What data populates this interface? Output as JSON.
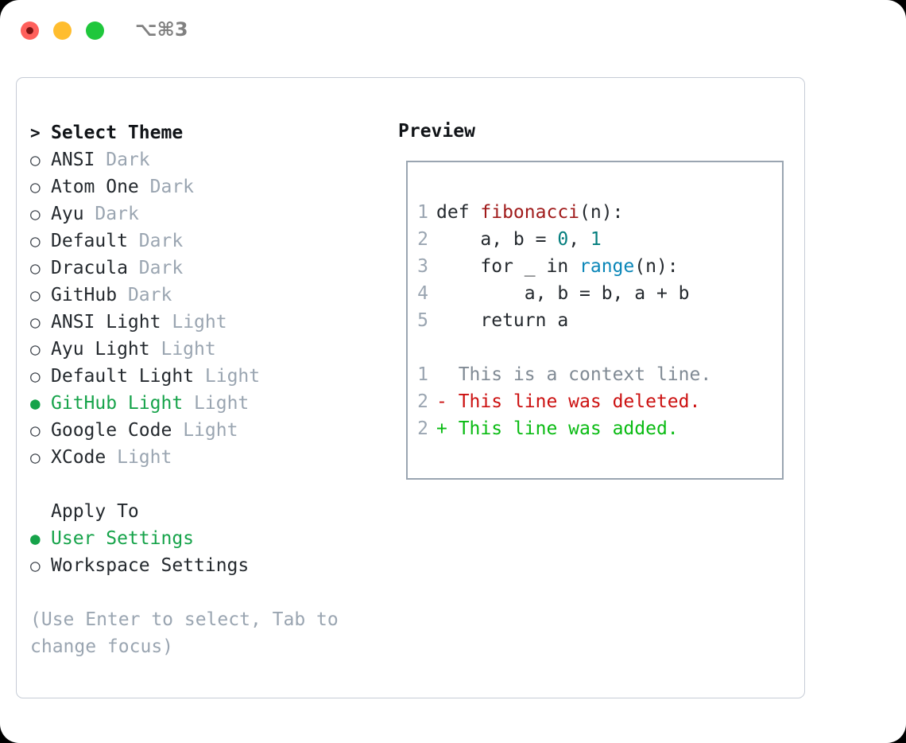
{
  "window": {
    "shortcut": "⌥⌘3",
    "traffic_lights": [
      {
        "name": "close",
        "color": "#ff605c"
      },
      {
        "name": "minimize",
        "color": "#ffbd2e"
      },
      {
        "name": "maximize",
        "color": "#1fc73c"
      }
    ]
  },
  "accent": {
    "selected_green": "#16a34a",
    "muted_gray": "#9aa5b1",
    "text_dark": "#24292e"
  },
  "theme_list": {
    "header_marker": ">",
    "header_label": "Select Theme",
    "items": [
      {
        "marker": "○",
        "label": "ANSI",
        "suffix": "Dark",
        "selected": false
      },
      {
        "marker": "○",
        "label": "Atom One",
        "suffix": "Dark",
        "selected": false
      },
      {
        "marker": "○",
        "label": "Ayu",
        "suffix": "Dark",
        "selected": false
      },
      {
        "marker": "○",
        "label": "Default",
        "suffix": "Dark",
        "selected": false
      },
      {
        "marker": "○",
        "label": "Dracula",
        "suffix": "Dark",
        "selected": false
      },
      {
        "marker": "○",
        "label": "GitHub",
        "suffix": "Dark",
        "selected": false
      },
      {
        "marker": "○",
        "label": "ANSI Light",
        "suffix": "Light",
        "selected": false
      },
      {
        "marker": "○",
        "label": "Ayu Light",
        "suffix": "Light",
        "selected": false
      },
      {
        "marker": "○",
        "label": "Default Light",
        "suffix": "Light",
        "selected": false
      },
      {
        "marker": "●",
        "label": "GitHub Light",
        "suffix": "Light",
        "selected": true
      },
      {
        "marker": "○",
        "label": "Google Code",
        "suffix": "Light",
        "selected": false
      },
      {
        "marker": "○",
        "label": "XCode",
        "suffix": "Light",
        "selected": false
      }
    ]
  },
  "apply_to": {
    "header_label": "Apply To",
    "items": [
      {
        "marker": "●",
        "label": "User Settings",
        "selected": true
      },
      {
        "marker": "○",
        "label": "Workspace Settings",
        "selected": false
      }
    ]
  },
  "hint": "(Use Enter to select, Tab to change focus)",
  "preview": {
    "title": "Preview",
    "code_lines": [
      {
        "number": "1",
        "tokens": [
          {
            "text": "def ",
            "type": "plain"
          },
          {
            "text": "fibonacci",
            "type": "fn"
          },
          {
            "text": "(n):",
            "type": "plain"
          }
        ]
      },
      {
        "number": "2",
        "tokens": [
          {
            "text": "    a, b = ",
            "type": "plain"
          },
          {
            "text": "0",
            "type": "num"
          },
          {
            "text": ", ",
            "type": "plain"
          },
          {
            "text": "1",
            "type": "num"
          }
        ]
      },
      {
        "number": "3",
        "tokens": [
          {
            "text": "    for _ in ",
            "type": "plain"
          },
          {
            "text": "range",
            "type": "call"
          },
          {
            "text": "(n):",
            "type": "plain"
          }
        ]
      },
      {
        "number": "4",
        "tokens": [
          {
            "text": "        a, b = b, a + b",
            "type": "plain"
          }
        ]
      },
      {
        "number": "5",
        "tokens": [
          {
            "text": "    return a",
            "type": "plain"
          }
        ]
      }
    ],
    "diff_lines": [
      {
        "number": "1",
        "sign": " ",
        "text": " This is a context line.",
        "kind": "context"
      },
      {
        "number": "2",
        "sign": "-",
        "text": " This line was deleted.",
        "kind": "deleted"
      },
      {
        "number": "2",
        "sign": "+",
        "text": " This line was added.",
        "kind": "added"
      }
    ]
  }
}
